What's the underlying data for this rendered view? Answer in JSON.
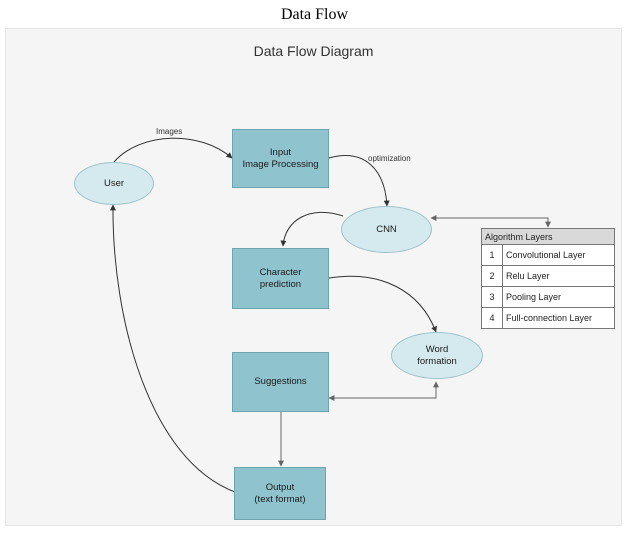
{
  "page_title": "Data Flow",
  "diagram_title": "Data Flow Diagram",
  "nodes": {
    "user": "User",
    "input": [
      "Input",
      "Image Processing"
    ],
    "cnn": "CNN",
    "character": [
      "Character",
      "prediction"
    ],
    "word": [
      "Word",
      "formation"
    ],
    "suggestions": "Suggestions",
    "output": [
      "Output",
      "(text format)"
    ]
  },
  "edge_labels": {
    "images": "Images",
    "optimization": "optimization"
  },
  "table": {
    "header": "Algorithm Layers",
    "rows": [
      {
        "num": "1",
        "label": "Convolutional Layer"
      },
      {
        "num": "2",
        "label": "Relu Layer"
      },
      {
        "num": "3",
        "label": "Pooling Layer"
      },
      {
        "num": "4",
        "label": "Full-connection Layer"
      }
    ]
  },
  "colors": {
    "box_fill": "#8fc3cd",
    "ellipse_fill": "#d5eaee",
    "arrow": "#333333"
  }
}
